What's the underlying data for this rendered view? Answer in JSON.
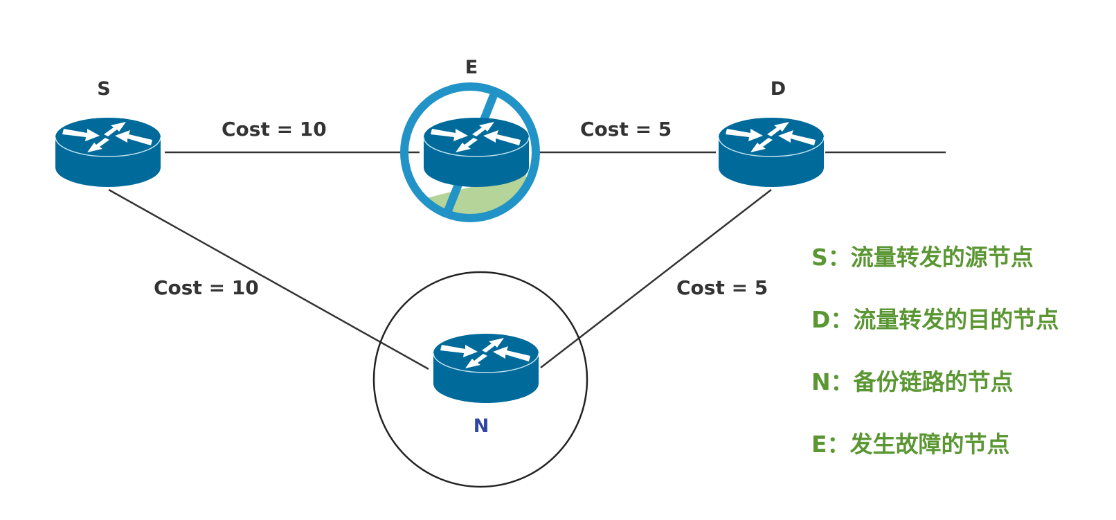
{
  "colors": {
    "router_body": "#006a9b",
    "router_top": "#006a9b",
    "link": "#333333",
    "fail_ring": "#2193c6",
    "fail_fill": "#b5d49a",
    "label_text": "#333333",
    "n_label": "#2e45a2",
    "legend_text": "#5a9632"
  },
  "nodes": [
    {
      "id": "S",
      "label": "S",
      "role": "source",
      "icon": "router-icon"
    },
    {
      "id": "E",
      "label": "E",
      "role": "failed",
      "icon": "router-icon",
      "overlay": "prohibited-icon"
    },
    {
      "id": "D",
      "label": "D",
      "role": "destination",
      "icon": "router-icon"
    },
    {
      "id": "N",
      "label": "N",
      "role": "backup",
      "icon": "router-icon",
      "highlight": "circle"
    }
  ],
  "links": [
    {
      "from": "S",
      "to": "E",
      "cost_label": "Cost = 10"
    },
    {
      "from": "E",
      "to": "D",
      "cost_label": "Cost = 5"
    },
    {
      "from": "S",
      "to": "N",
      "cost_label": "Cost = 10"
    },
    {
      "from": "N",
      "to": "D",
      "cost_label": "Cost = 5"
    },
    {
      "from": "D",
      "to": "off-screen",
      "cost_label": ""
    }
  ],
  "legend": [
    {
      "key": "S",
      "text": "S：流量转发的源节点"
    },
    {
      "key": "D",
      "text": "D：流量转发的目的节点"
    },
    {
      "key": "N",
      "text": "N：备份链路的节点"
    },
    {
      "key": "E",
      "text": "E：发生故障的节点"
    }
  ]
}
